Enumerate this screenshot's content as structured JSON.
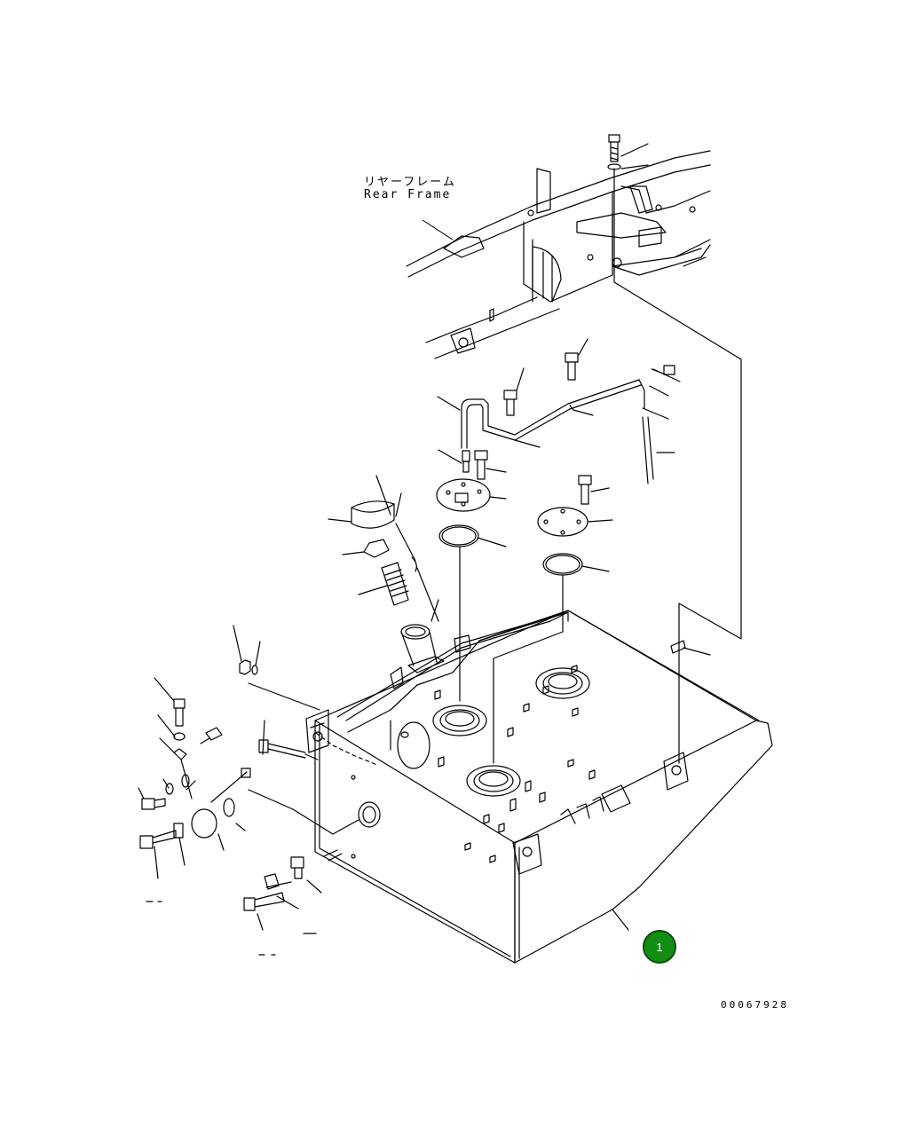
{
  "labels": {
    "rear_frame_jp": "リヤーフレーム",
    "rear_frame_en": "Rear Frame"
  },
  "callout": {
    "number": "1",
    "color": "#138d13"
  },
  "drawing_number": "00067928"
}
